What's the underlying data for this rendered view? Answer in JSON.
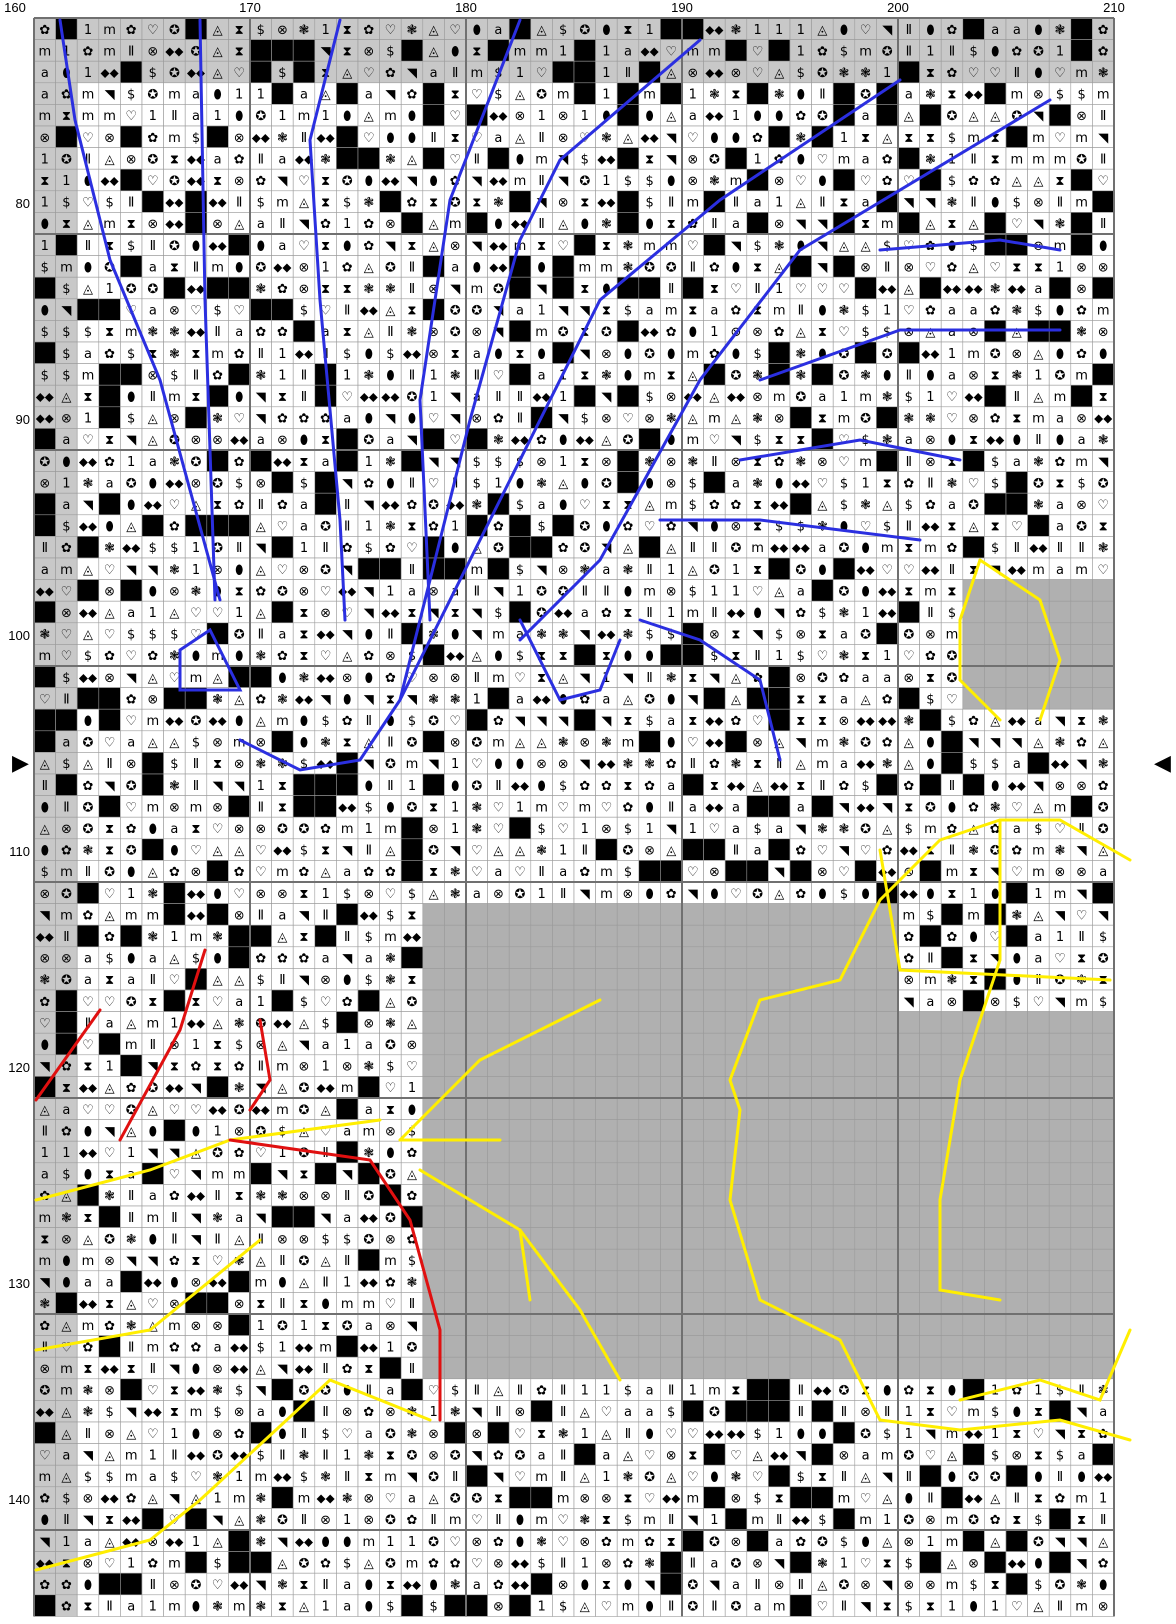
{
  "col_labels": [
    "160",
    "170",
    "180",
    "190",
    "200",
    "210"
  ],
  "row_labels": [
    "80",
    "90",
    "100",
    "110",
    "120",
    "130",
    "140"
  ],
  "markers": {
    "left": "▶",
    "right": "◀"
  },
  "symbols": {
    "x": "⊗",
    "m": "m",
    "h": "⧗",
    "d": "◬",
    "heart": "♡",
    "a": "a",
    "one": "1",
    "dollar": "$",
    "flower": "✿",
    "star": "✪",
    "rhombus": "⬥⬥",
    "oval": "⬮",
    "tri": "◥",
    "II": "Ⅱ",
    "gear": "❃"
  },
  "colors": {
    "grid_major": "#707070",
    "grid_minor": "#9a9a9a",
    "shade_gray": "#c8c8c8",
    "hatch_gray": "#b0b0b0",
    "blue_line": "#2b2fe0",
    "yellow_line": "#ffee00",
    "red_line": "#e01010"
  }
}
